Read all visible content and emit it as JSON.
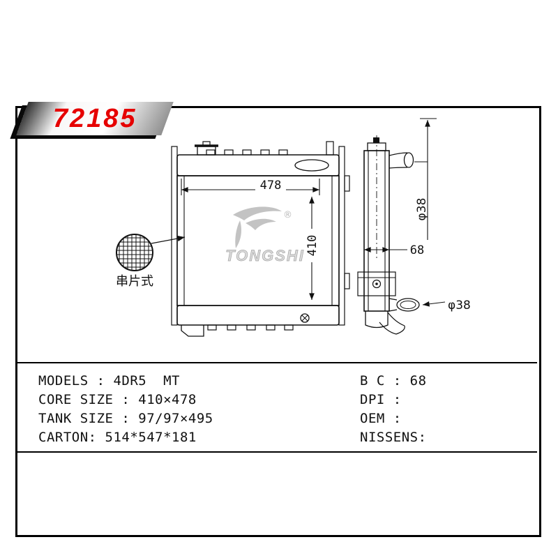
{
  "banner": {
    "part_number": "72185"
  },
  "colors": {
    "part_number_red": "#e60000",
    "line_color": "#111111",
    "watermark_gray": "#b5b5b5"
  },
  "drawing": {
    "front_view": {
      "width_dim": "478",
      "height_dim": "410"
    },
    "side_view": {
      "depth_dim": "68",
      "top_pipe_diameter": "φ38",
      "bottom_pipe_diameter": "φ38"
    },
    "fin_detail": {
      "label": "串片式"
    },
    "watermark": {
      "brand": "TONGSHI",
      "registered": "®"
    }
  },
  "specs": {
    "left_rows": [
      {
        "text": "MODELS : 4DR5  MT"
      },
      {
        "text": "CORE SIZE : 410×478"
      },
      {
        "text": "TANK SIZE : 97/97×495"
      },
      {
        "text": "CARTON: 514*547*181"
      }
    ],
    "right_rows": [
      {
        "text": "B C : 68"
      },
      {
        "text": "DPI : "
      },
      {
        "text": "OEM : "
      },
      {
        "text": "NISSENS:"
      }
    ]
  }
}
